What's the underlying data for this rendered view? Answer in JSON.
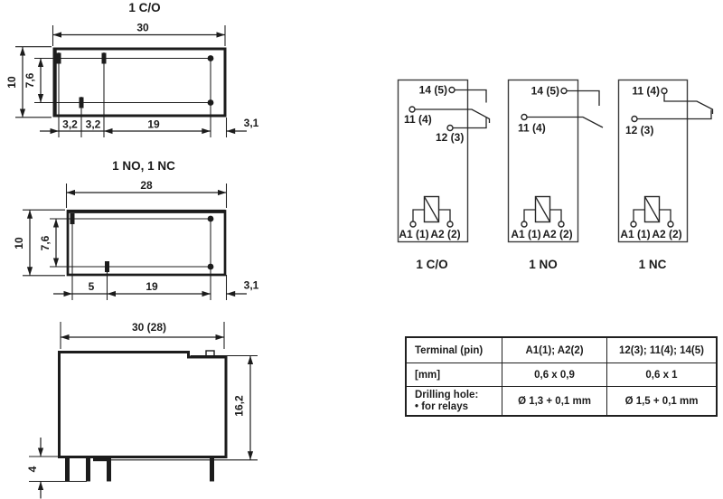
{
  "page": {
    "background": "#ffffff",
    "line_color": "#1c1c1c"
  },
  "top_view_co": {
    "title": "1 C/O",
    "width_dim": "30",
    "height_dim": "10",
    "pin_row_dim": "7,6",
    "bottom_dim_1": "3,2",
    "bottom_dim_2": "3,2",
    "bottom_dim_3": "19",
    "right_dim": "3,1"
  },
  "top_view_nonc": {
    "title": "1 NO, 1 NC",
    "width_dim": "28",
    "height_dim": "10",
    "pin_row_dim": "7,6",
    "bottom_dim_1": "5",
    "bottom_dim_2": "19",
    "right_dim": "3,1"
  },
  "side_view": {
    "width_dim": "30 (28)",
    "height_dim": "16,2",
    "pin_length_dim": "4"
  },
  "schematics": {
    "co": {
      "label": "1 C/O",
      "pin_no": "14 (5)",
      "pin_com": "11 (4)",
      "pin_nc": "12 (3)",
      "coil_a1": "A1 (1)",
      "coil_a2": "A2 (2)"
    },
    "no": {
      "label": "1 NO",
      "pin_no": "14 (5)",
      "pin_com": "11 (4)",
      "coil_a1": "A1 (1)",
      "coil_a2": "A2 (2)"
    },
    "nc": {
      "label": "1 NC",
      "pin_no": "11 (4)",
      "pin_com": "12 (3)",
      "coil_a1": "A1 (1)",
      "coil_a2": "A2 (2)"
    }
  },
  "table": {
    "terminal": {
      "label": "Terminal (pin)",
      "coil": "A1(1); A2(2)",
      "contact": "12(3); 11(4); 14(5)"
    },
    "size": {
      "label": "[mm]",
      "coil": "0,6 x 0,9",
      "contact": "0,6 x 1"
    },
    "drill": {
      "label": "Drilling hole:",
      "label2": "• for relays",
      "coil": "Ø 1,3 + 0,1 mm",
      "contact": "Ø 1,5 + 0,1 mm"
    }
  }
}
